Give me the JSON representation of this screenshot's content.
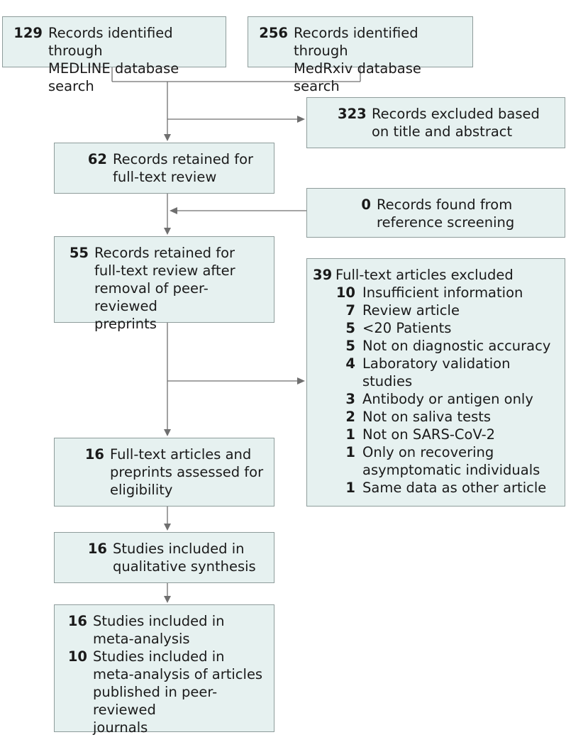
{
  "boxes": {
    "medline": {
      "count": "129",
      "lines": [
        "Records identified through",
        "MEDLINE database search"
      ]
    },
    "medrxiv": {
      "count": "256",
      "lines": [
        "Records identified through",
        "MedRxiv database search"
      ]
    },
    "excluded_title_abstract": {
      "count": "323",
      "lines": [
        "Records excluded based",
        "on title and abstract"
      ]
    },
    "retained_fulltext": {
      "count": "62",
      "lines": [
        "Records retained for",
        "full-text review"
      ]
    },
    "reference_screening": {
      "count": "0",
      "lines": [
        "Records found from",
        "reference screening"
      ]
    },
    "retained_after_removal": {
      "count": "55",
      "lines": [
        "Records retained for",
        "full-text review after",
        "removal of peer-reviewed",
        "preprints"
      ]
    },
    "fulltext_excluded": {
      "count": "39",
      "label": "Full-text articles excluded",
      "reasons": [
        {
          "count": "10",
          "lines": [
            "Insufficient information"
          ]
        },
        {
          "count": "7",
          "lines": [
            "Review article"
          ]
        },
        {
          "count": "5",
          "lines": [
            "<20 Patients"
          ]
        },
        {
          "count": "5",
          "lines": [
            "Not on diagnostic accuracy"
          ]
        },
        {
          "count": "4",
          "lines": [
            "Laboratory validation studies"
          ]
        },
        {
          "count": "3",
          "lines": [
            "Antibody or antigen only"
          ]
        },
        {
          "count": "2",
          "lines": [
            "Not on saliva tests"
          ]
        },
        {
          "count": "1",
          "lines": [
            "Not on SARS-CoV-2"
          ]
        },
        {
          "count": "1",
          "lines": [
            "Only on recovering",
            "asymptomatic individuals"
          ]
        },
        {
          "count": "1",
          "lines": [
            "Same data as other article"
          ]
        }
      ]
    },
    "assessed_eligibility": {
      "count": "16",
      "lines": [
        "Full-text articles and",
        "preprints assessed for",
        "eligibility"
      ]
    },
    "qualitative_synthesis": {
      "count": "16",
      "lines": [
        "Studies included in",
        "qualitative synthesis"
      ]
    },
    "meta_analysis": [
      {
        "count": "16",
        "lines": [
          "Studies included in",
          "meta-analysis"
        ]
      },
      {
        "count": "10",
        "lines": [
          "Studies included in",
          "meta-analysis of articles",
          "published in peer-reviewed",
          "journals"
        ]
      }
    ]
  },
  "colors": {
    "box_fill": "#e6f1f0",
    "box_border": "#8e9c9b",
    "connector": "#6f6f6f"
  }
}
